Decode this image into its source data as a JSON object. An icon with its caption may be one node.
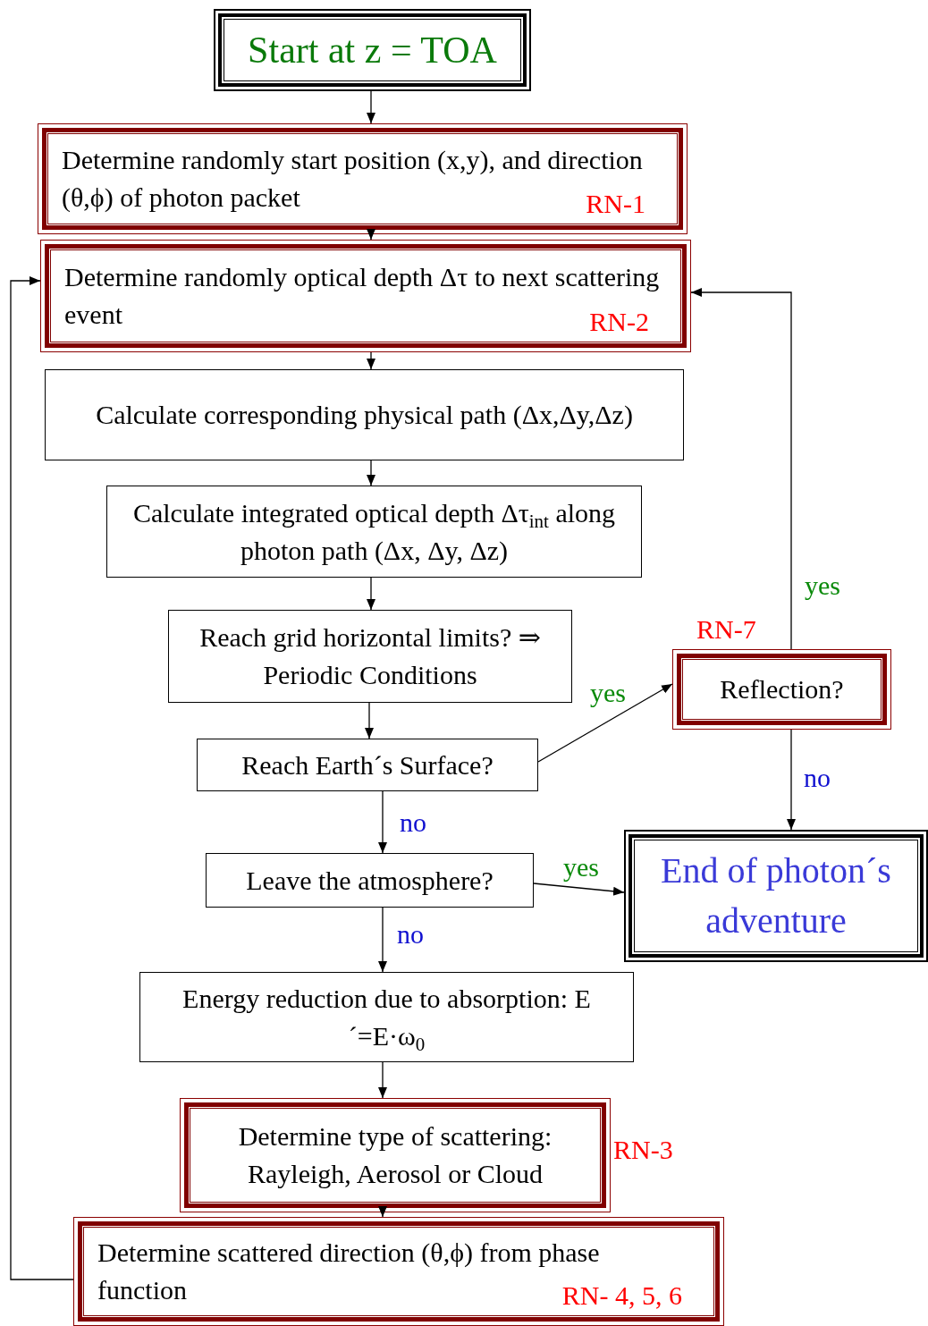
{
  "diagram": {
    "nodes": [
      {
        "text": [
          "Start at z = TOA"
        ]
      },
      {
        "text": [
          "Determine randomly start position (x,y), and direction (θ,ϕ) of  photon packet",
          "RN-1"
        ]
      },
      {
        "text": [
          "Determine randomly optical depth Δτ to next scattering event",
          "RN-2"
        ]
      },
      {
        "text": [
          "Calculate corresponding physical path (Δx,Δy,Δz)"
        ]
      },
      {
        "text": [
          "Calculate integrated optical depth Δτ$_{int}$ along photon path (Δx, Δy, Δz)"
        ]
      },
      {
        "text": [
          "Reach grid horizontal limits? ⇒ Periodic Conditions"
        ]
      },
      {
        "text": [
          "Reach Earth´s Surface?"
        ]
      },
      {
        "text": [
          "Reflection?"
        ],
        "beside": [
          "RN-7"
        ]
      },
      {
        "text": [
          "Leave the atmosphere?"
        ]
      },
      {
        "text": [
          "End of photon´s adventure"
        ]
      },
      {
        "text": [
          "Energy reduction due to absorption: E´=E·ω$_{0}$"
        ]
      },
      {
        "text": [
          "Determine type of scattering: Rayleigh, Aerosol or Cloud"
        ],
        "beside": [
          "RN-3"
        ]
      },
      {
        "text": [
          "Determine scattered direction (θ,ϕ) from phase function",
          "RN- 4, 5, 6"
        ]
      }
    ],
    "edges": [
      {
        "from": 0,
        "to": 1,
        "arrow": "to"
      },
      {
        "from": 1,
        "to": 2,
        "arrow": "to"
      },
      {
        "from": 2,
        "to": 3,
        "arrow": "to"
      },
      {
        "from": 3,
        "to": 4,
        "arrow": "to"
      },
      {
        "from": 4,
        "to": 5,
        "arrow": "to"
      },
      {
        "from": 5,
        "to": 6,
        "arrow": "to"
      },
      {
        "from": 6,
        "to": 7,
        "arrow": "to",
        "label": "yes"
      },
      {
        "from": 7,
        "to": 2,
        "arrow": "to",
        "label": "yes"
      },
      {
        "from": 7,
        "to": 9,
        "arrow": "to",
        "label": "no"
      },
      {
        "from": 6,
        "to": 8,
        "arrow": "to",
        "label": "no"
      },
      {
        "from": 8,
        "to": 9,
        "arrow": "to",
        "label": "yes"
      },
      {
        "from": 8,
        "to": 10,
        "arrow": "to",
        "label": "no"
      },
      {
        "from": 10,
        "to": 11,
        "arrow": "to"
      },
      {
        "from": 11,
        "to": 12,
        "arrow": "to"
      },
      {
        "from": 12,
        "to": 2,
        "arrow": "to"
      }
    ]
  }
}
